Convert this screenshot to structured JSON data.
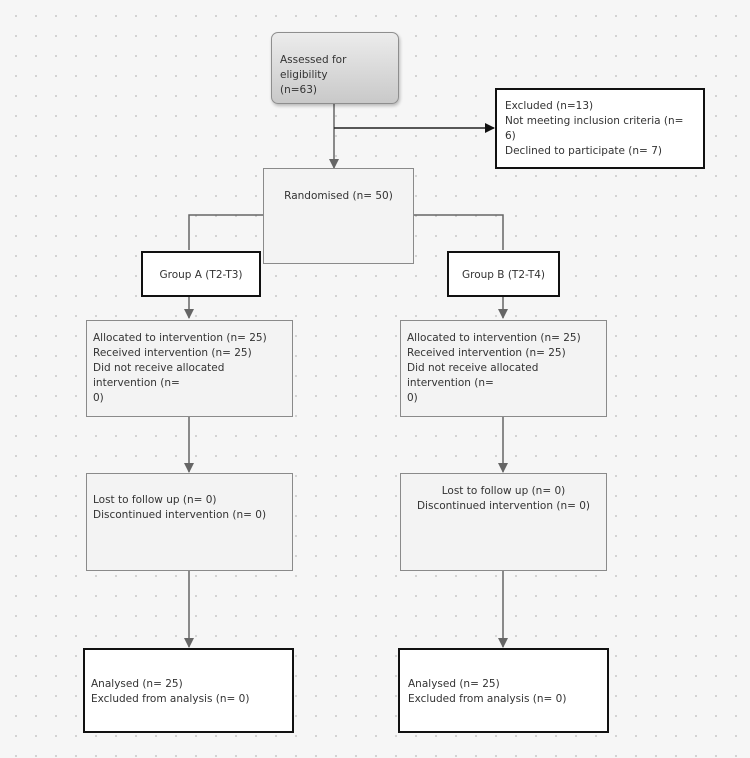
{
  "flow": {
    "assessed": [
      "Assessed for eligibility",
      "(n=63)"
    ],
    "excluded": [
      "Excluded (n=13)",
      "Not meeting inclusion criteria (n= 6)",
      "Declined to participate (n= 7)"
    ],
    "randomised": "Randomised (n= 50)",
    "group_a": {
      "label": "Group A (T2-T3)",
      "allocation": [
        "Allocated to intervention (n= 25)",
        "Received intervention (n= 25)",
        "Did not receive allocated intervention (n=",
        "0)"
      ],
      "follow_up": [
        "Lost to follow up (n= 0)",
        "Discontinued intervention (n= 0)"
      ],
      "analysis": [
        "Analysed (n= 25)",
        "Excluded from analysis (n= 0)"
      ]
    },
    "group_b": {
      "label": "Group B (T2-T4)",
      "allocation": [
        "Allocated to intervention (n= 25)",
        "Received intervention (n= 25)",
        "Did not receive allocated intervention (n=",
        "0)"
      ],
      "follow_up": [
        "Lost to follow up (n= 0)",
        "Discontinued intervention (n= 0)"
      ],
      "analysis": [
        "Analysed (n= 25)",
        "Excluded from analysis (n= 0)"
      ]
    }
  },
  "colors": {
    "background": "#f6f6f6",
    "box_fill": "#f3f3f3",
    "box_border": "#8a8a8a",
    "emphasis_border": "#111111",
    "connector": "#666666"
  }
}
